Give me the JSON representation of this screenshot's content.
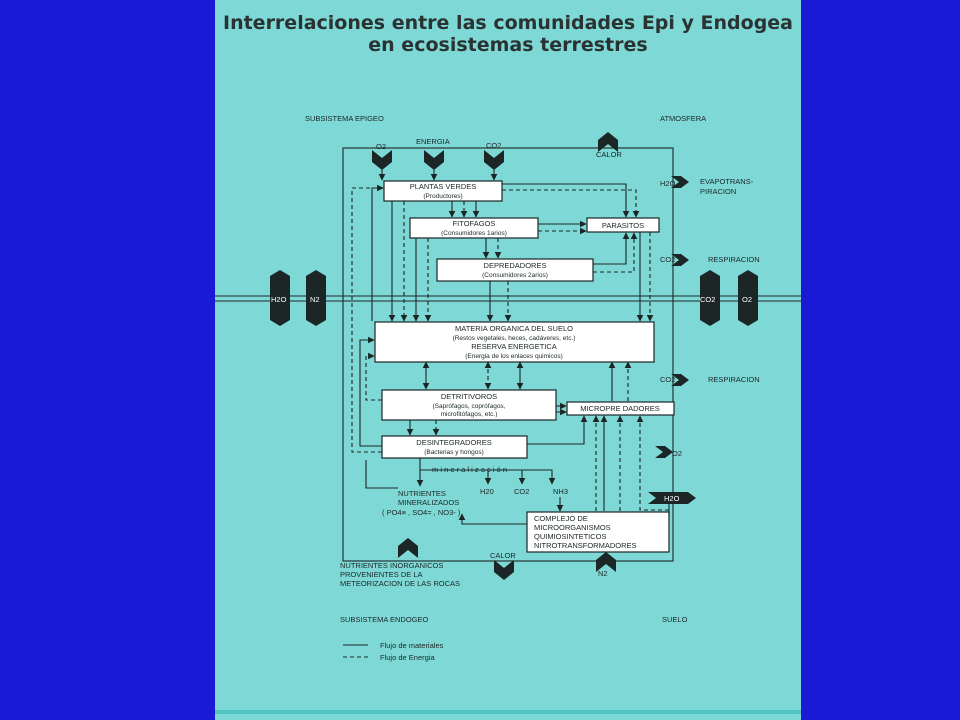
{
  "title": {
    "line1": "Interrelaciones entre las comunidades Epi y Endogea",
    "line2": "en ecosistemas terrestres"
  },
  "colors": {
    "background": "#1a1ad6",
    "panel": "#7ed9d6",
    "box": "#ffffff",
    "ink": "#1c2626"
  },
  "regions": {
    "epigeo": "SUBSISTEMA EPIGEO",
    "atmosfera": "ATMOSFERA",
    "endogeo": "SUBSISTEMA ENDOGEO",
    "suelo": "SUELO"
  },
  "inputs": {
    "o2": "O2",
    "energia": "ENERGIA",
    "co2": "CO2",
    "calor_top": "CALOR"
  },
  "boxes": {
    "plantas": {
      "line1": "PLANTAS VERDES",
      "line2": "(Productores)"
    },
    "fitofagos": {
      "line1": "FITOFAGOS",
      "line2": "(Consumidores 1arios)"
    },
    "parasitos": {
      "line1": "PARASITOS"
    },
    "depredadores": {
      "line1": "DEPREDADORES",
      "line2": "(Consumidores 2arios)"
    },
    "materia": {
      "line1": "MATERIA ORGANICA DEL SUELO",
      "line2": "(Restos vegetales, heces, cadáveres, etc.)",
      "line3": "RESERVA ENERGETICA",
      "line4": "(Energia de los enlaces quimicos)"
    },
    "detritivoros": {
      "line1": "DETRITIVOROS",
      "line2": "(Saprófagos, coprófagos,",
      "line3": "microfitófagos, etc.)"
    },
    "micropredadores": {
      "line1": "MICROPRE DADORES"
    },
    "desintegradores": {
      "line1": "DESINTEGRADORES",
      "line2": "(Bacterias y hongos)"
    },
    "complejo": {
      "line1": "COMPLEJO DE",
      "line2": "MICROORGANISMOS",
      "line3": "QUIMIOSINTETICOS",
      "line4": "NITROTRANSFORMADORES"
    }
  },
  "right_labels": {
    "h2o_top": "H2O",
    "evapo1": "EVAPOTRANS-",
    "evapo2": "PIRACION",
    "co2_1": "CO2",
    "respiracion_1": "RESPIRACION",
    "co2_2": "CO2",
    "respiracion_2": "RESPIRACION",
    "o2_right": "O2",
    "h2o_right": "H2O",
    "co2_boundary": "CO2",
    "o2_boundary": "O2"
  },
  "left_labels": {
    "h2o_boundary": "H2O",
    "n2_boundary": "N2"
  },
  "bottom_labels": {
    "mineralizacion": "m i n e r a l i z a c i ó n",
    "h2o": "H20",
    "co2": "CO2",
    "nh3": "NH3",
    "nutrientes1": "NUTRIENTES",
    "nutrientes2": "MINERALIZADOS",
    "nutrientes3": "( PO4≡ , SO4= , NO3- )",
    "inorg1": "NUTRIENTES INORGANICOS",
    "inorg2": "PROVENIENTES DE LA",
    "inorg3": "METEORIZACION DE LAS ROCAS",
    "calor_bottom": "CALOR",
    "n2_bottom": "N2"
  },
  "legend": {
    "materiales": "Flujo de materiales",
    "energia": "Flujo de Energia"
  }
}
